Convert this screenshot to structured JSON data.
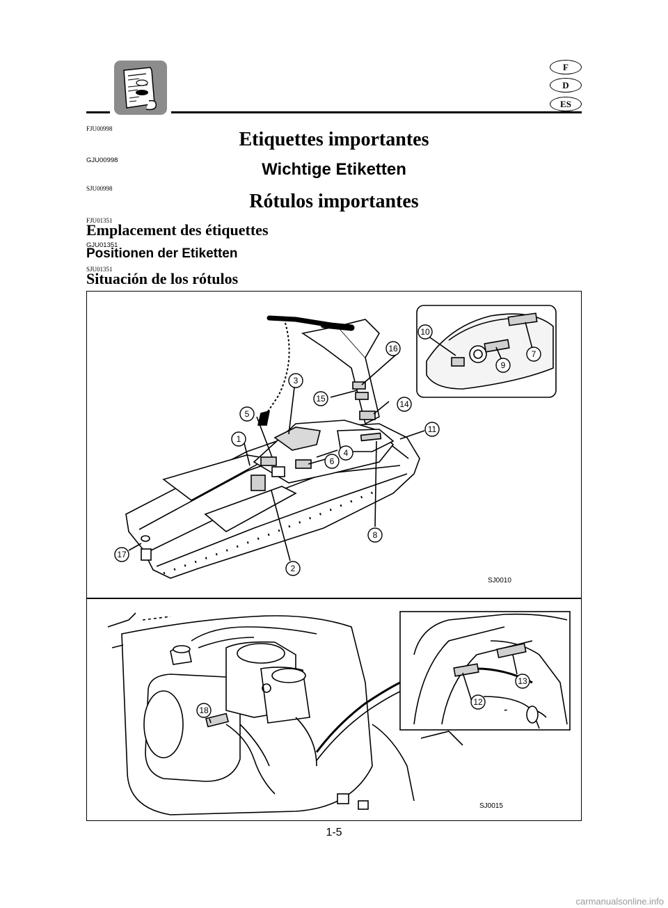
{
  "header": {
    "languages": [
      "F",
      "D",
      "ES"
    ],
    "icon": "owner-manual-icon"
  },
  "sections": {
    "fr_code": "FJU00998",
    "fr_title": "Etiquettes importantes",
    "de_code": "GJU00998",
    "de_title": "Wichtige Etiketten",
    "es_code": "SJU00998",
    "es_title": "Rótulos importantes"
  },
  "subsections": {
    "fr_code": "FJU01351",
    "fr_title": "Emplacement des étiquettes",
    "de_code": "GJU01351",
    "de_title": "Positionen der Etiketten",
    "es_code": "SJU01351",
    "es_title": "Situación de los rótulos"
  },
  "figure": {
    "top_panel_code": "SJ0010",
    "bottom_panel_code": "SJ0015",
    "top_callouts": [
      "1",
      "2",
      "3",
      "4",
      "5",
      "6",
      "7",
      "8",
      "9",
      "10",
      "11",
      "14",
      "15",
      "16",
      "17"
    ],
    "bottom_callouts": [
      "12",
      "13",
      "18"
    ]
  },
  "page_number": "1-5",
  "watermark": "carmanualsonline.info"
}
